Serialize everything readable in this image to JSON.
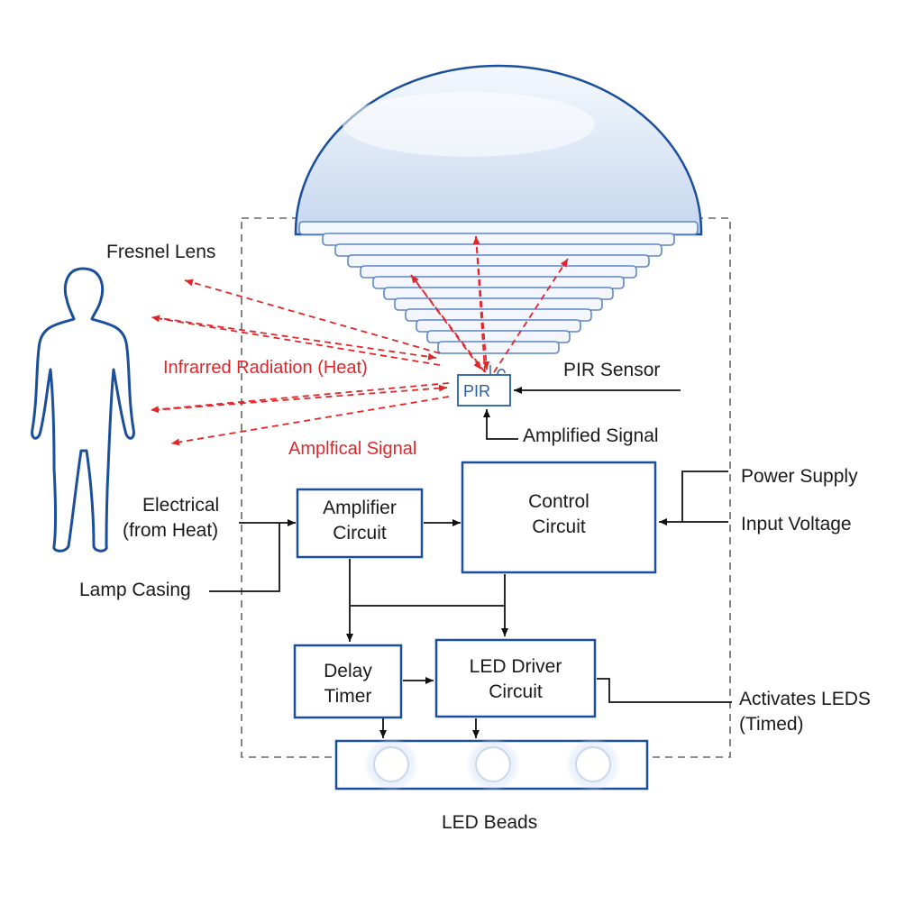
{
  "labels": {
    "fresnel_lens": "Fresnel Lens",
    "infrared_radiation": "Infrarred Radiation (Heat)",
    "amplified_signal_red": "Amplfical Signal",
    "pir_sensor": "PIR Sensor",
    "pir_chip": "PIR",
    "amplified_signal": "Amplified Signal",
    "electrical_line1": "Electrical",
    "electrical_line2": "(from Heat)",
    "lamp_casing": "Lamp Casing",
    "power_supply": "Power Supply",
    "input_voltage": "Input Voltage",
    "activates_line1": "Activates LEDS",
    "activates_line2": "(Timed)",
    "led_beads": "LED Beads"
  },
  "blocks": {
    "amplifier": [
      "Amplifier",
      "Circuit"
    ],
    "control": [
      "Control",
      "Circuit"
    ],
    "delay_timer": [
      "Delay",
      "Timer"
    ],
    "led_driver": [
      "LED Driver",
      "Circuit"
    ]
  },
  "colors": {
    "outline_blue": "#1b4f9c",
    "infrared_red": "#e0262b",
    "wire_black": "#111111",
    "dome_blue": "#dfe9f7"
  }
}
